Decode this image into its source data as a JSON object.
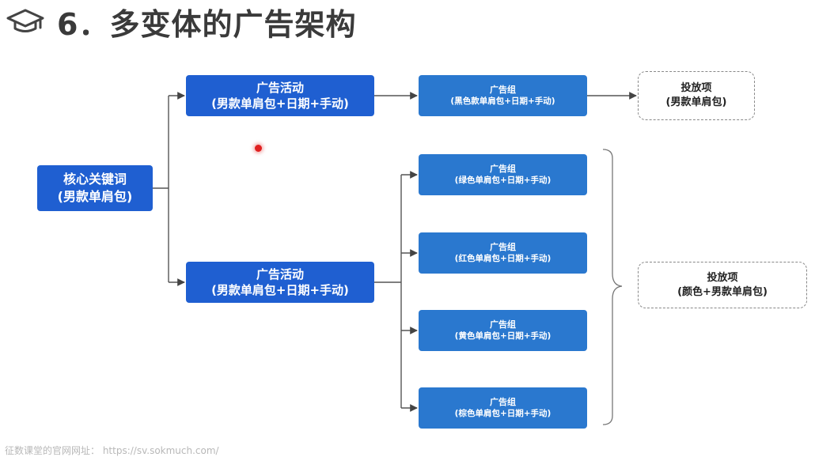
{
  "title": "6．多变体的广告架构",
  "core": {
    "line1": "核心关键词",
    "line2": "(男款单肩包)"
  },
  "campaigns": [
    {
      "line1": "广告活动",
      "line2": "(男款单肩包+日期+手动)"
    },
    {
      "line1": "广告活动",
      "line2": "(男款单肩包+日期+手动)"
    }
  ],
  "ad_groups": [
    {
      "line1": "广告组",
      "line2": "(黑色款单肩包+日期+手动)"
    },
    {
      "line1": "广告组",
      "line2": "(绿色单肩包+日期+手动)"
    },
    {
      "line1": "广告组",
      "line2": "(红色单肩包+日期+手动)"
    },
    {
      "line1": "广告组",
      "line2": "(黄色单肩包+日期+手动)"
    },
    {
      "line1": "广告组",
      "line2": "(棕色单肩包+日期+手动)"
    }
  ],
  "placements": [
    {
      "line1": "投放项",
      "line2": "(男款单肩包)"
    },
    {
      "line1": "投放项",
      "line2": "(颜色+男款单肩包)"
    }
  ],
  "footer": "征数课堂的官网网址： https://sv.sokmuch.com/",
  "colors": {
    "campaign_blue": "#1f5fd1",
    "group_blue": "#2a78cf",
    "annotation_dot": "#e02020"
  },
  "icons": [
    "graduation-cap-icon"
  ]
}
